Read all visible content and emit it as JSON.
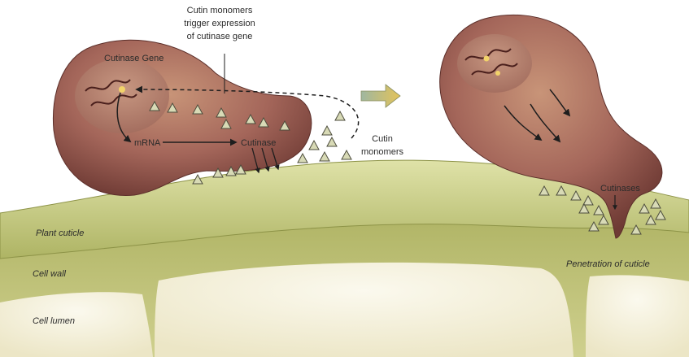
{
  "annotations": {
    "trigger_line1": "Cutin monomers",
    "trigger_line2": "trigger expression",
    "trigger_line3": "of cutinase gene",
    "cutinase_gene": "Cutinase Gene",
    "mrna": "mRNA",
    "cutinase": "Cutinase",
    "cutin_monomers_line1": "Cutin",
    "cutin_monomers_line2": "monomers",
    "cutinases": "Cutinases",
    "penetration": "Penetration of cuticle"
  },
  "tissue_layers": {
    "plant_cuticle": "Plant cuticle",
    "cell_wall": "Cell wall",
    "cell_lumen": "Cell lumen"
  },
  "colors": {
    "spore_body": "#9a5a4f",
    "spore_highlight": "#c89478",
    "spore_nucleus": "#b98470",
    "cuticle": "#c8cc86",
    "cell_wall": "#9aa04f",
    "cell_lumen": "#f3efd9",
    "monomer_fill": "#d6d9b6",
    "arrow_gradient_start": "#b2c08a",
    "arrow_gradient_end": "#e0c060"
  }
}
